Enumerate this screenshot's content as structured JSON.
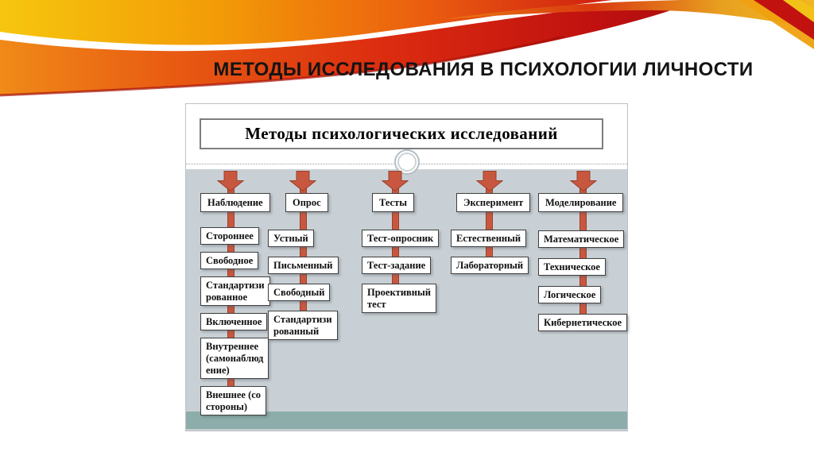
{
  "page_title": "МЕТОДЫ ИССЛЕДОВАНИЯ В ПСИХОЛОГИИ ЛИЧНОСТИ",
  "diagram": {
    "title": "Методы психологических исследований",
    "columns": [
      {
        "id": "nablyudenie",
        "title": "Наблюдение",
        "items": [
          "Стороннее",
          "Свободное",
          "Стандартизи\nрованное",
          "Включенное",
          "Внутреннее\n(самонаблюд\nение)",
          "Внешнее (со\nстороны)"
        ]
      },
      {
        "id": "opros",
        "title": "Опрос",
        "items": [
          "Устный",
          "Письменный",
          "Свободный",
          "Стандартизи\nрованный"
        ]
      },
      {
        "id": "testy",
        "title": "Тесты",
        "items": [
          "Тест-опросник",
          "Тест-задание",
          "Проективный\nтест"
        ]
      },
      {
        "id": "eksperiment",
        "title": "Эксперимент",
        "items": [
          "Естественный",
          "Лабораторный"
        ]
      },
      {
        "id": "modelirovanie",
        "title": "Моделирование",
        "items": [
          "Математическое",
          "Техническое",
          "Логическое",
          "Кибернетическое"
        ]
      }
    ],
    "colors": {
      "arrow_fill": "#c7583f",
      "arrow_border": "#9c3f2c",
      "panel_background": "#c9d0d5",
      "bottom_bar": "#8cada9",
      "box_border": "#3f3f3f"
    }
  }
}
